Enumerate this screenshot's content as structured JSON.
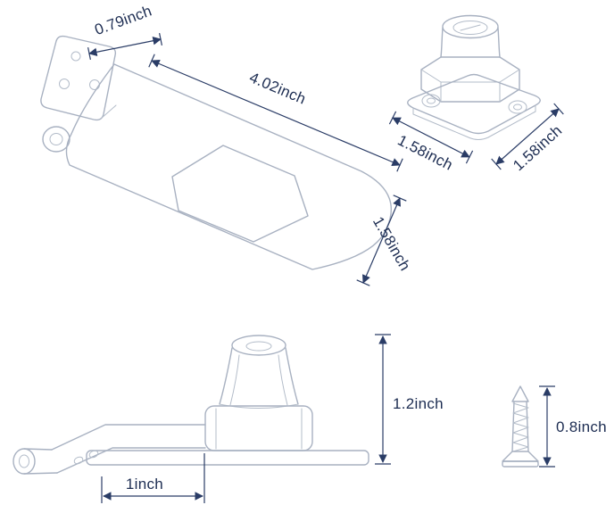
{
  "diagram": {
    "kind": "product-dimension-diagram",
    "subject": "knob hasp lock with screw",
    "background": "#ffffff",
    "drawing_line_color": "#a8b1c1",
    "dimension_line_color": "#2a3c66",
    "label_text_color": "#1d2d52",
    "views": {
      "hasp_perspective": {
        "title": "hasp-plate-perspective-view",
        "dims": {
          "hinge_width": "0.79inch",
          "length": "4.02inch",
          "width": "1.58inch"
        }
      },
      "knob_perspective": {
        "title": "lock-knob-perspective-view",
        "dims": {
          "base_width": "1.58inch",
          "base_depth": "1.58inch"
        }
      },
      "assembled_side": {
        "title": "assembled-hasp-side-view",
        "dims": {
          "height": "1.2inch",
          "offset": "1inch"
        }
      },
      "screw": {
        "title": "mounting-screw-side-view",
        "dims": {
          "length": "0.8inch"
        }
      }
    }
  }
}
